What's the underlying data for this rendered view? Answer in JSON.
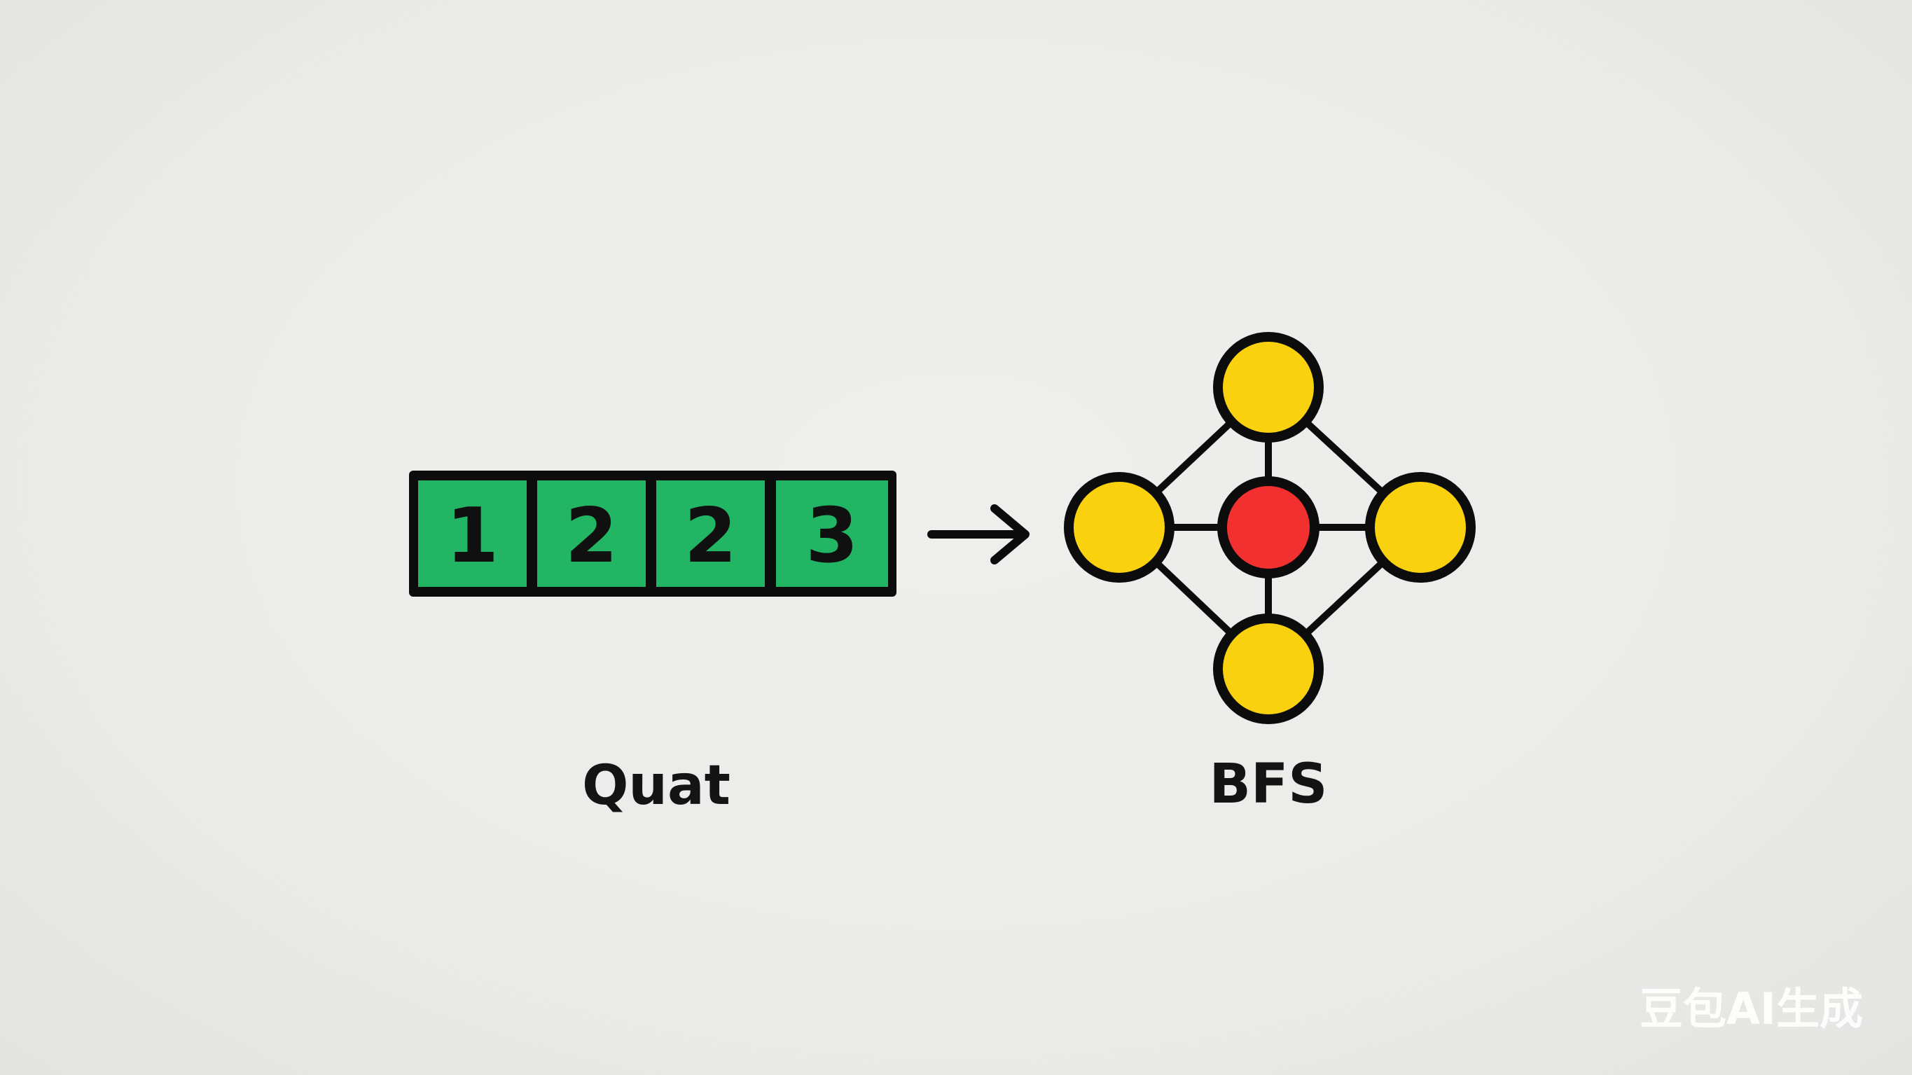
{
  "queue": {
    "label": "Quat",
    "cells": [
      "1",
      "2",
      "2",
      "3"
    ],
    "cell_color": "#22b563",
    "border_color": "#0c0c0c"
  },
  "arrow": {
    "color": "#0c0c0c"
  },
  "graph": {
    "label": "BFS",
    "center_node_color": "#f23030",
    "outer_node_color": "#f9d10f",
    "edge_color": "#0c0c0c",
    "nodes": [
      {
        "id": "top",
        "role": "neighbor"
      },
      {
        "id": "left",
        "role": "neighbor"
      },
      {
        "id": "center",
        "role": "source"
      },
      {
        "id": "right",
        "role": "neighbor"
      },
      {
        "id": "bottom",
        "role": "neighbor"
      }
    ],
    "edges": [
      [
        "center",
        "top"
      ],
      [
        "center",
        "left"
      ],
      [
        "center",
        "right"
      ],
      [
        "center",
        "bottom"
      ],
      [
        "top",
        "left"
      ],
      [
        "top",
        "right"
      ],
      [
        "bottom",
        "left"
      ],
      [
        "bottom",
        "right"
      ]
    ]
  },
  "watermark": {
    "text": "豆包AI生成"
  }
}
